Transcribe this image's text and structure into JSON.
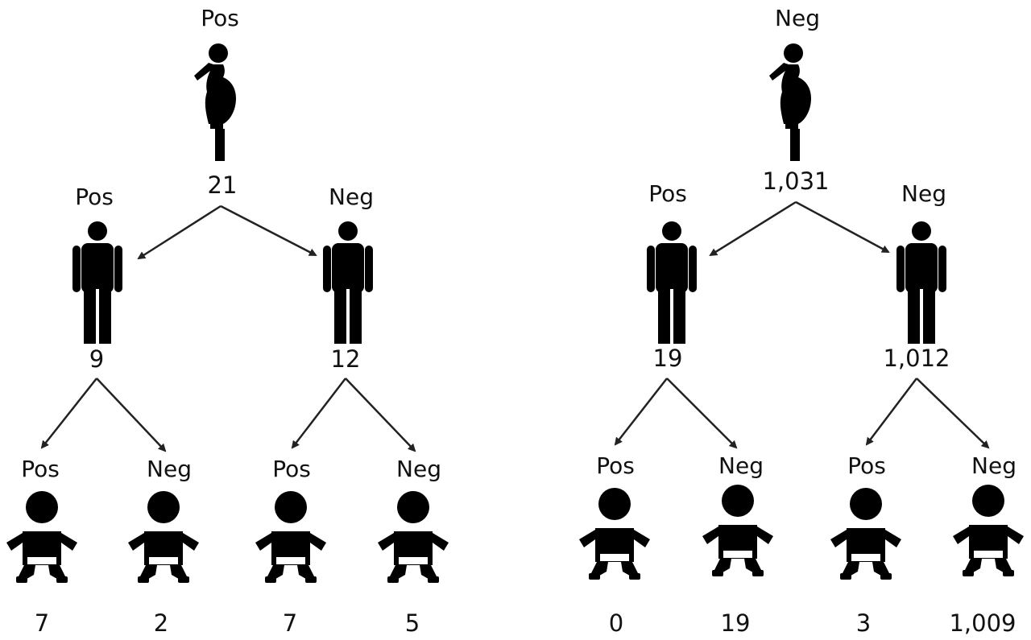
{
  "trees": [
    {
      "mother": {
        "label": "Pos",
        "count": "21"
      },
      "fathers": [
        {
          "label": "Pos",
          "count": "9",
          "infants": [
            {
              "label": "Pos",
              "count": "7"
            },
            {
              "label": "Neg",
              "count": "2"
            }
          ]
        },
        {
          "label": "Neg",
          "count": "12",
          "infants": [
            {
              "label": "Pos",
              "count": "7"
            },
            {
              "label": "Neg",
              "count": "5"
            }
          ]
        }
      ]
    },
    {
      "mother": {
        "label": "Neg",
        "count": "1,031"
      },
      "fathers": [
        {
          "label": "Pos",
          "count": "19",
          "infants": [
            {
              "label": "Pos",
              "count": "0"
            },
            {
              "label": "Neg",
              "count": "19"
            }
          ]
        },
        {
          "label": "Neg",
          "count": "1,012",
          "infants": [
            {
              "label": "Pos",
              "count": "3"
            },
            {
              "label": "Neg",
              "count": "1,009"
            }
          ]
        }
      ]
    }
  ]
}
